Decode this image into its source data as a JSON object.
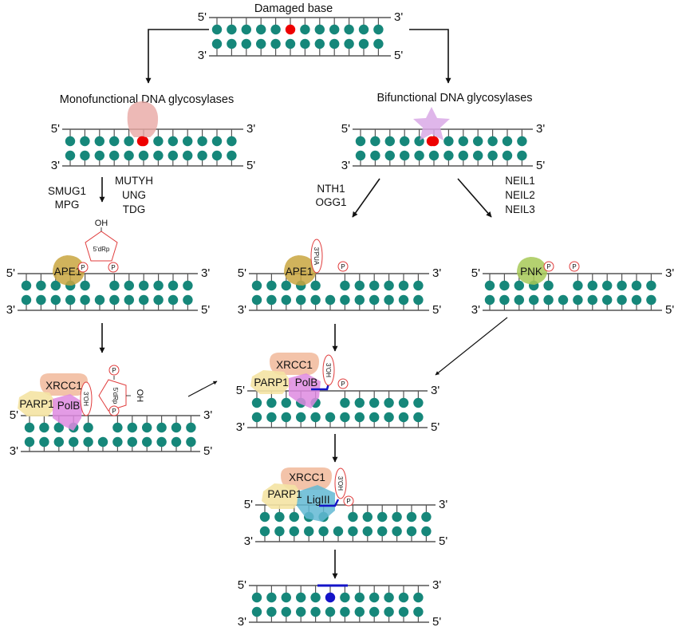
{
  "title": "Damaged base",
  "branches": {
    "mono": "Monofunctional DNA glycosylases",
    "bi": "Bifunctional DNA glycosylases"
  },
  "enzymes": {
    "mono_left": [
      "SMUG1",
      "MPG"
    ],
    "mono_right": [
      "MUTYH",
      "UNG",
      "TDG"
    ],
    "bi_left": [
      "NTH1",
      "OGG1"
    ],
    "bi_right": [
      "NEIL1",
      "NEIL2",
      "NEIL3"
    ]
  },
  "proteins": {
    "ape1": "APE1",
    "pnk": "PNK",
    "xrcc1": "XRCC1",
    "parp1": "PARP1",
    "polb": "PolB",
    "lig3": "LigIII"
  },
  "groups": {
    "oh": "OH",
    "p": "P",
    "dRp": "5'dRp",
    "pua": "3'PUA",
    "oh3": "3'OH"
  },
  "strand_ends": {
    "five": "5'",
    "three": "3'"
  },
  "colors": {
    "base": "#16877a",
    "damage": "#ee0000",
    "repair": "#1414c8",
    "backbone": "#555555",
    "ape1": "#c9a640",
    "pnk": "#a7c957",
    "xrcc1": "#f1b89a",
    "parp1": "#f4e3a3",
    "polb": "#de8ae0",
    "lig3": "#62b8d3",
    "mono_glycosylase": "#e9a8a4",
    "bi_glycosylase": "#d9a9e6",
    "group_outline": "#e03c3c"
  }
}
